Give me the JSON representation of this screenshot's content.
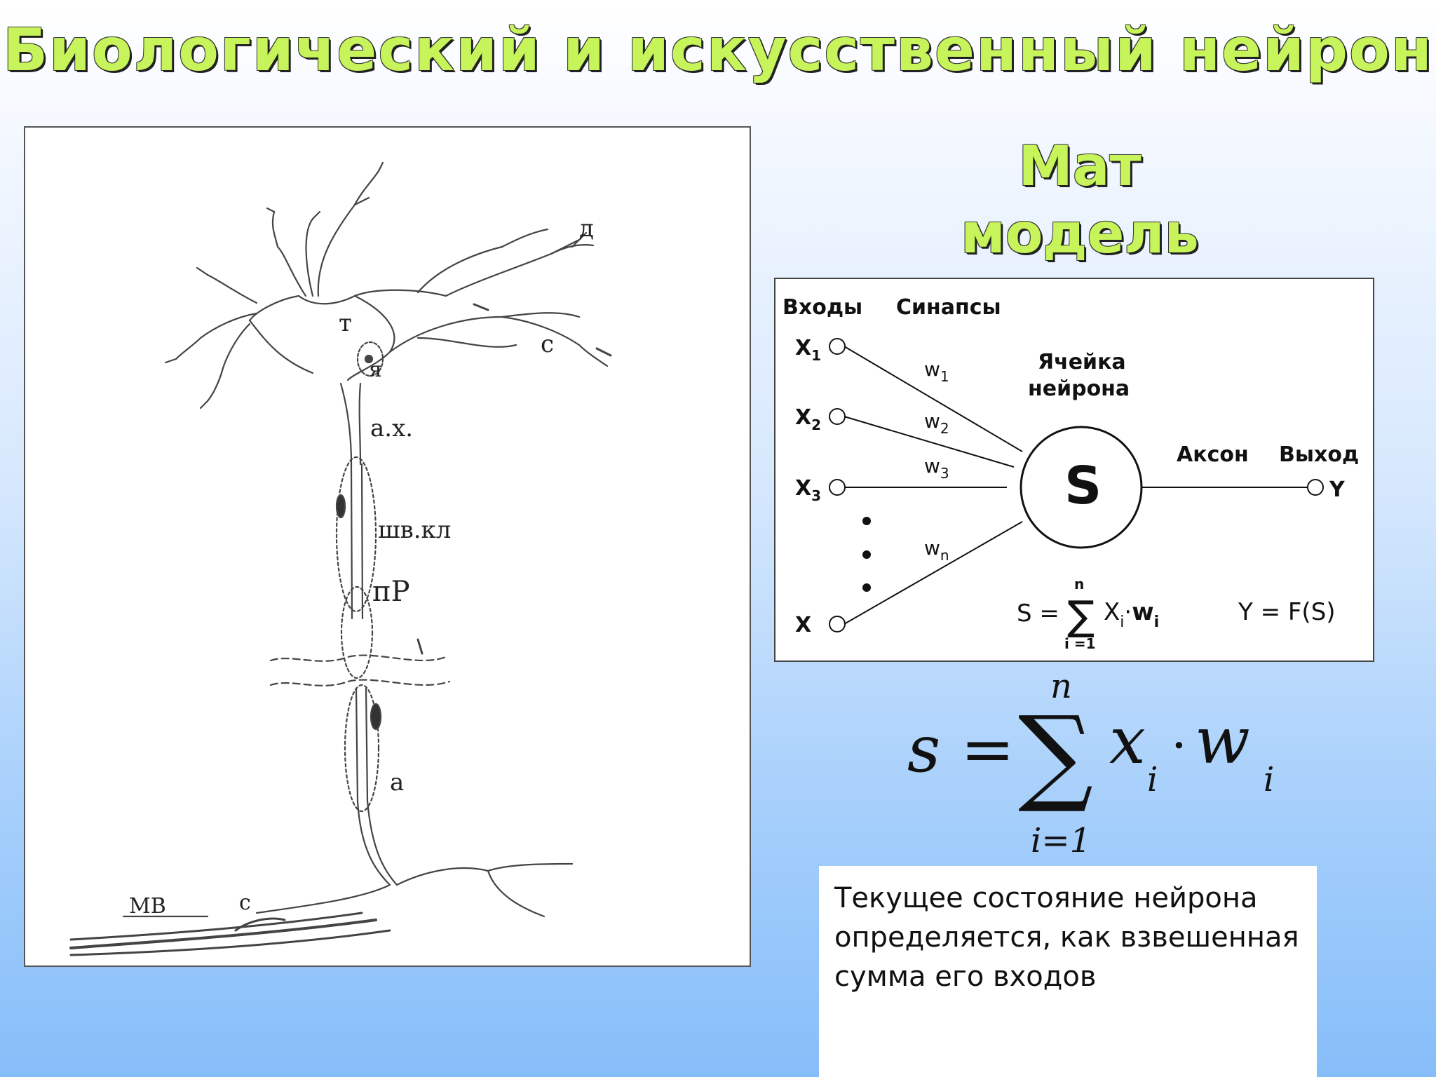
{
  "slide": {
    "title": "Биологический и искусственный нейрон",
    "subtitle_line1": "Мат",
    "subtitle_line2": "модель"
  },
  "neuron_diagram": {
    "labels": {
      "dendrite": "д",
      "body": "т",
      "nucleus": "я",
      "synapse_top": "с",
      "axon_hillock": "а.х.",
      "schwann_cell": "шв.кл",
      "ranvier_node": "пР",
      "axon": "а",
      "muscle_fiber": "МВ",
      "synapse_bottom": "с"
    }
  },
  "model_diagram": {
    "header_inputs": "Входы",
    "header_synapses": "Синапсы",
    "cell_line1": "Ячейка",
    "cell_line2": "нейрона",
    "axon_label": "Аксон",
    "output_label": "Выход",
    "sum_symbol": "S",
    "output_symbol": "Y",
    "inputs": [
      {
        "x": "X",
        "sub": "1"
      },
      {
        "x": "X",
        "sub": "2"
      },
      {
        "x": "X",
        "sub": "3"
      },
      {
        "x": "X",
        "sub": ""
      }
    ],
    "weights": [
      {
        "w": "w",
        "sub": "1"
      },
      {
        "w": "w",
        "sub": "2"
      },
      {
        "w": "w",
        "sub": "3"
      },
      {
        "w": "w",
        "sub": "n"
      }
    ],
    "formula_sum": "S =",
    "formula_upper": "n",
    "formula_lower": "i =1",
    "formula_terms": "X",
    "formula_sub_i": "i",
    "formula_w": "w",
    "formula_output": "Y = F(S)"
  },
  "main_formula": {
    "lhs": "s",
    "equals": "=",
    "upper": "n",
    "lower": "i=1",
    "x": "x",
    "w": "w",
    "sub": "i",
    "dot": "·"
  },
  "description": {
    "text": " Текущее состояние нейрона определяется, как взвешенная сумма его входов"
  },
  "colors": {
    "title_fill": "#c6f45a",
    "title_outline": "#222222",
    "background_top": "#ffffff",
    "background_bottom": "#86befa"
  }
}
